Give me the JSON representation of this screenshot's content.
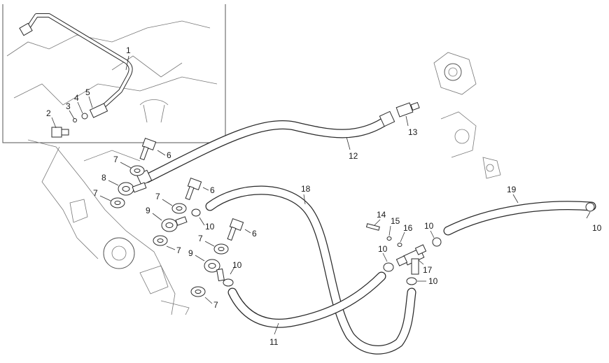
{
  "callouts": [
    {
      "id": "c1",
      "text": "1"
    },
    {
      "id": "c2",
      "text": "2"
    },
    {
      "id": "c3",
      "text": "3"
    },
    {
      "id": "c4",
      "text": "4"
    },
    {
      "id": "c5",
      "text": "5"
    },
    {
      "id": "c6a",
      "text": "6"
    },
    {
      "id": "c6b",
      "text": "6"
    },
    {
      "id": "c6c",
      "text": "6"
    },
    {
      "id": "c7a",
      "text": "7"
    },
    {
      "id": "c7b",
      "text": "7"
    },
    {
      "id": "c7c",
      "text": "7"
    },
    {
      "id": "c7d",
      "text": "7"
    },
    {
      "id": "c7e",
      "text": "7"
    },
    {
      "id": "c7f",
      "text": "7"
    },
    {
      "id": "c8",
      "text": "8"
    },
    {
      "id": "c9a",
      "text": "9"
    },
    {
      "id": "c9b",
      "text": "9"
    },
    {
      "id": "c10a",
      "text": "10"
    },
    {
      "id": "c10b",
      "text": "10"
    },
    {
      "id": "c10c",
      "text": "10"
    },
    {
      "id": "c10d",
      "text": "10"
    },
    {
      "id": "c10e",
      "text": "10"
    },
    {
      "id": "c10f",
      "text": "10"
    },
    {
      "id": "c11",
      "text": "11"
    },
    {
      "id": "c12",
      "text": "12"
    },
    {
      "id": "c13",
      "text": "13"
    },
    {
      "id": "c14",
      "text": "14"
    },
    {
      "id": "c15",
      "text": "15"
    },
    {
      "id": "c16",
      "text": "16"
    },
    {
      "id": "c17",
      "text": "17"
    },
    {
      "id": "c18",
      "text": "18"
    },
    {
      "id": "c19",
      "text": "19"
    }
  ]
}
